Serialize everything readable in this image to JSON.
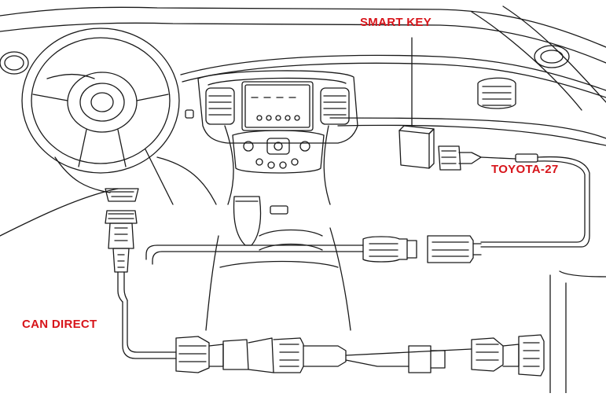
{
  "colors": {
    "label": "#d7141a",
    "line": "#1a1a1a",
    "background": "#ffffff"
  },
  "labels": {
    "smart_key": "SMART KEY",
    "toyota_27": "TOYOTA-27",
    "can_direct": "CAN DIRECT"
  },
  "markings": {
    "cable_tag": "TOYOTA-27"
  }
}
